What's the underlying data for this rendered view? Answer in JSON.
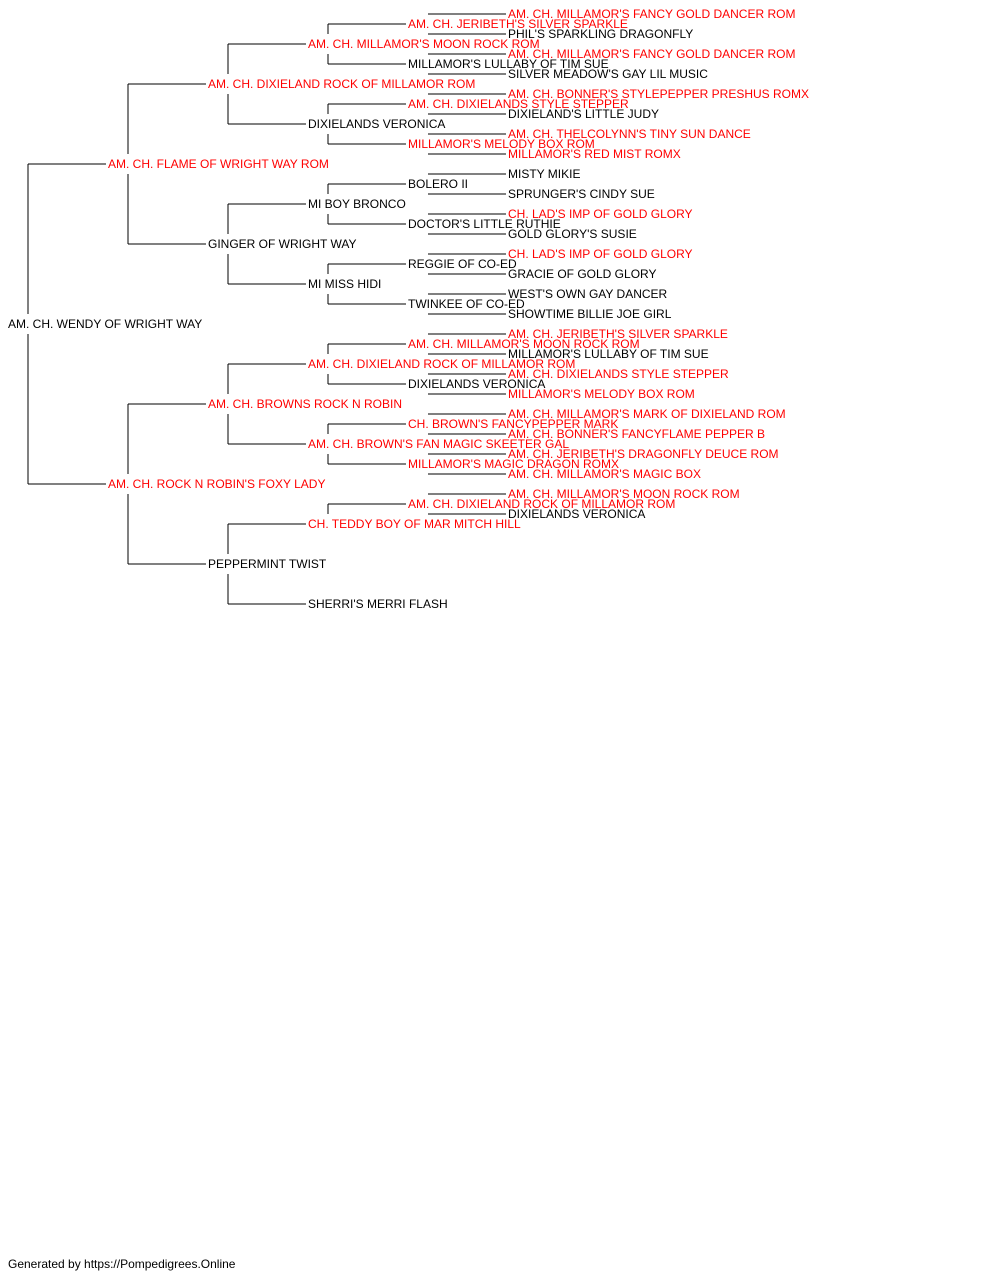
{
  "colors": {
    "champion": "#ff0000",
    "normal": "#000000",
    "line": "#000000"
  },
  "pedigree": {
    "name": "AM. CH. WENDY OF WRIGHT WAY",
    "champion": false,
    "sire": {
      "name": "AM. CH. FLAME OF WRIGHT WAY ROM",
      "champion": true,
      "sire": {
        "name": "AM. CH. DIXIELAND ROCK OF MILLAMOR ROM",
        "champion": true,
        "sire": {
          "name": "AM. CH. MILLAMOR'S MOON ROCK ROM",
          "champion": true,
          "sire": {
            "name": "AM. CH. JERIBETH'S SILVER SPARKLE",
            "champion": true,
            "sire": {
              "name": "AM. CH. MILLAMOR'S FANCY GOLD DANCER ROM",
              "champion": true
            },
            "dam": {
              "name": "PHIL'S SPARKLING DRAGONFLY",
              "champion": false
            }
          },
          "dam": {
            "name": "MILLAMOR'S LULLABY OF TIM SUE",
            "champion": false,
            "sire": {
              "name": "AM. CH. MILLAMOR'S FANCY GOLD DANCER ROM",
              "champion": true
            },
            "dam": {
              "name": "SILVER MEADOW'S GAY LIL MUSIC",
              "champion": false
            }
          }
        },
        "dam": {
          "name": "DIXIELANDS VERONICA",
          "champion": false,
          "sire": {
            "name": "AM. CH. DIXIELANDS STYLE STEPPER",
            "champion": true,
            "sire": {
              "name": "AM. CH. BONNER'S STYLEPEPPER PRESHUS ROMX",
              "champion": true
            },
            "dam": {
              "name": "DIXIELAND'S LITTLE JUDY",
              "champion": false
            }
          },
          "dam": {
            "name": "MILLAMOR'S MELODY BOX ROM",
            "champion": true,
            "sire": {
              "name": "AM. CH. THELCOLYNN'S TINY SUN DANCE",
              "champion": true
            },
            "dam": {
              "name": "MILLAMOR'S RED MIST ROMX",
              "champion": true
            }
          }
        }
      },
      "dam": {
        "name": "GINGER OF WRIGHT WAY",
        "champion": false,
        "sire": {
          "name": "MI BOY BRONCO",
          "champion": false,
          "sire": {
            "name": "BOLERO II",
            "champion": false,
            "sire": {
              "name": "MISTY MIKIE",
              "champion": false
            },
            "dam": {
              "name": "SPRUNGER'S CINDY SUE",
              "champion": false
            }
          },
          "dam": {
            "name": "DOCTOR'S LITTLE RUTHIE",
            "champion": false,
            "sire": {
              "name": "CH. LAD'S IMP OF GOLD GLORY",
              "champion": true
            },
            "dam": {
              "name": "GOLD GLORY'S SUSIE",
              "champion": false
            }
          }
        },
        "dam": {
          "name": "MI MISS HIDI",
          "champion": false,
          "sire": {
            "name": "REGGIE OF CO-ED",
            "champion": false,
            "sire": {
              "name": "CH. LAD'S IMP OF GOLD GLORY",
              "champion": true
            },
            "dam": {
              "name": "GRACIE OF GOLD GLORY",
              "champion": false
            }
          },
          "dam": {
            "name": "TWINKEE OF CO-ED",
            "champion": false,
            "sire": {
              "name": "WEST'S OWN GAY DANCER",
              "champion": false
            },
            "dam": {
              "name": "SHOWTIME BILLIE JOE GIRL",
              "champion": false
            }
          }
        }
      }
    },
    "dam": {
      "name": "AM. CH. ROCK N ROBIN'S FOXY LADY",
      "champion": true,
      "sire": {
        "name": "AM. CH. BROWNS ROCK N ROBIN",
        "champion": true,
        "sire": {
          "name": "AM. CH. DIXIELAND ROCK OF MILLAMOR ROM",
          "champion": true,
          "sire": {
            "name": "AM. CH. MILLAMOR'S MOON ROCK ROM",
            "champion": true,
            "sire": {
              "name": "AM. CH. JERIBETH'S SILVER SPARKLE",
              "champion": true
            },
            "dam": {
              "name": "MILLAMOR'S LULLABY OF TIM SUE",
              "champion": false
            }
          },
          "dam": {
            "name": "DIXIELANDS VERONICA",
            "champion": false,
            "sire": {
              "name": "AM. CH. DIXIELANDS STYLE STEPPER",
              "champion": true
            },
            "dam": {
              "name": "MILLAMOR'S MELODY BOX ROM",
              "champion": true
            }
          }
        },
        "dam": {
          "name": "AM. CH. BROWN'S FAN MAGIC SKEETER GAL",
          "champion": true,
          "sire": {
            "name": "CH. BROWN'S FANCYPEPPER MARK",
            "champion": true,
            "sire": {
              "name": "AM. CH. MILLAMOR'S MARK OF DIXIELAND ROM",
              "champion": true
            },
            "dam": {
              "name": "AM. CH. BONNER'S FANCYFLAME PEPPER B",
              "champion": true
            }
          },
          "dam": {
            "name": "MILLAMOR'S MAGIC DRAGON ROMX",
            "champion": true,
            "sire": {
              "name": "AM. CH. JERIBETH'S DRAGONFLY DEUCE ROM",
              "champion": true
            },
            "dam": {
              "name": "AM. CH. MILLAMOR'S MAGIC BOX",
              "champion": true
            }
          }
        }
      },
      "dam": {
        "name": "PEPPERMINT TWIST",
        "champion": false,
        "sire": {
          "name": "CH. TEDDY BOY OF MAR MITCH HILL",
          "champion": true,
          "sire": {
            "name": "AM. CH. DIXIELAND ROCK OF MILLAMOR ROM",
            "champion": true,
            "sire": {
              "name": "AM. CH. MILLAMOR'S MOON ROCK ROM",
              "champion": true
            },
            "dam": {
              "name": "DIXIELANDS VERONICA",
              "champion": false
            }
          }
        },
        "dam": {
          "name": "SHERRI'S MERRI FLASH",
          "champion": false
        }
      }
    }
  },
  "footer": "Generated by https://Pompedigrees.Online"
}
